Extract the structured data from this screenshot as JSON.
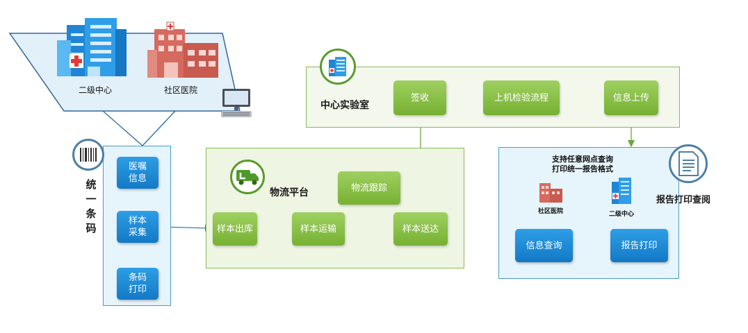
{
  "hospitals": {
    "secondary_center": "二级中心",
    "community_hospital": "社区医院"
  },
  "barcode": {
    "title": [
      "统",
      "一",
      "条",
      "码"
    ],
    "items": [
      "医嘱\n信息",
      "样本\n采集",
      "条码\n打印"
    ]
  },
  "logistics": {
    "title": "物流平台",
    "tracking": "物流跟踪",
    "steps": [
      "样本出库",
      "样本运输",
      "样本送达"
    ]
  },
  "lab": {
    "title": "中心实验室",
    "steps": [
      "签收",
      "上机检验流程",
      "信息上传"
    ]
  },
  "report": {
    "title": "报告打印查阅",
    "note": "支持任意网点查询\n打印统一报告格式",
    "community_hospital": "社区医院",
    "secondary_center": "二级中心",
    "query": "信息查询",
    "print": "报告打印"
  },
  "colors": {
    "blue_box": "#1f8bd8",
    "green_box": "#86c044",
    "arrow_blue": "#2b7fc1",
    "arrow_green": "#6aa53a"
  },
  "icons": [
    "hospital-building-icon",
    "community-clinic-icon",
    "computer-icon",
    "barcode-icon",
    "delivery-truck-icon",
    "laboratory-building-icon",
    "report-document-icon"
  ]
}
